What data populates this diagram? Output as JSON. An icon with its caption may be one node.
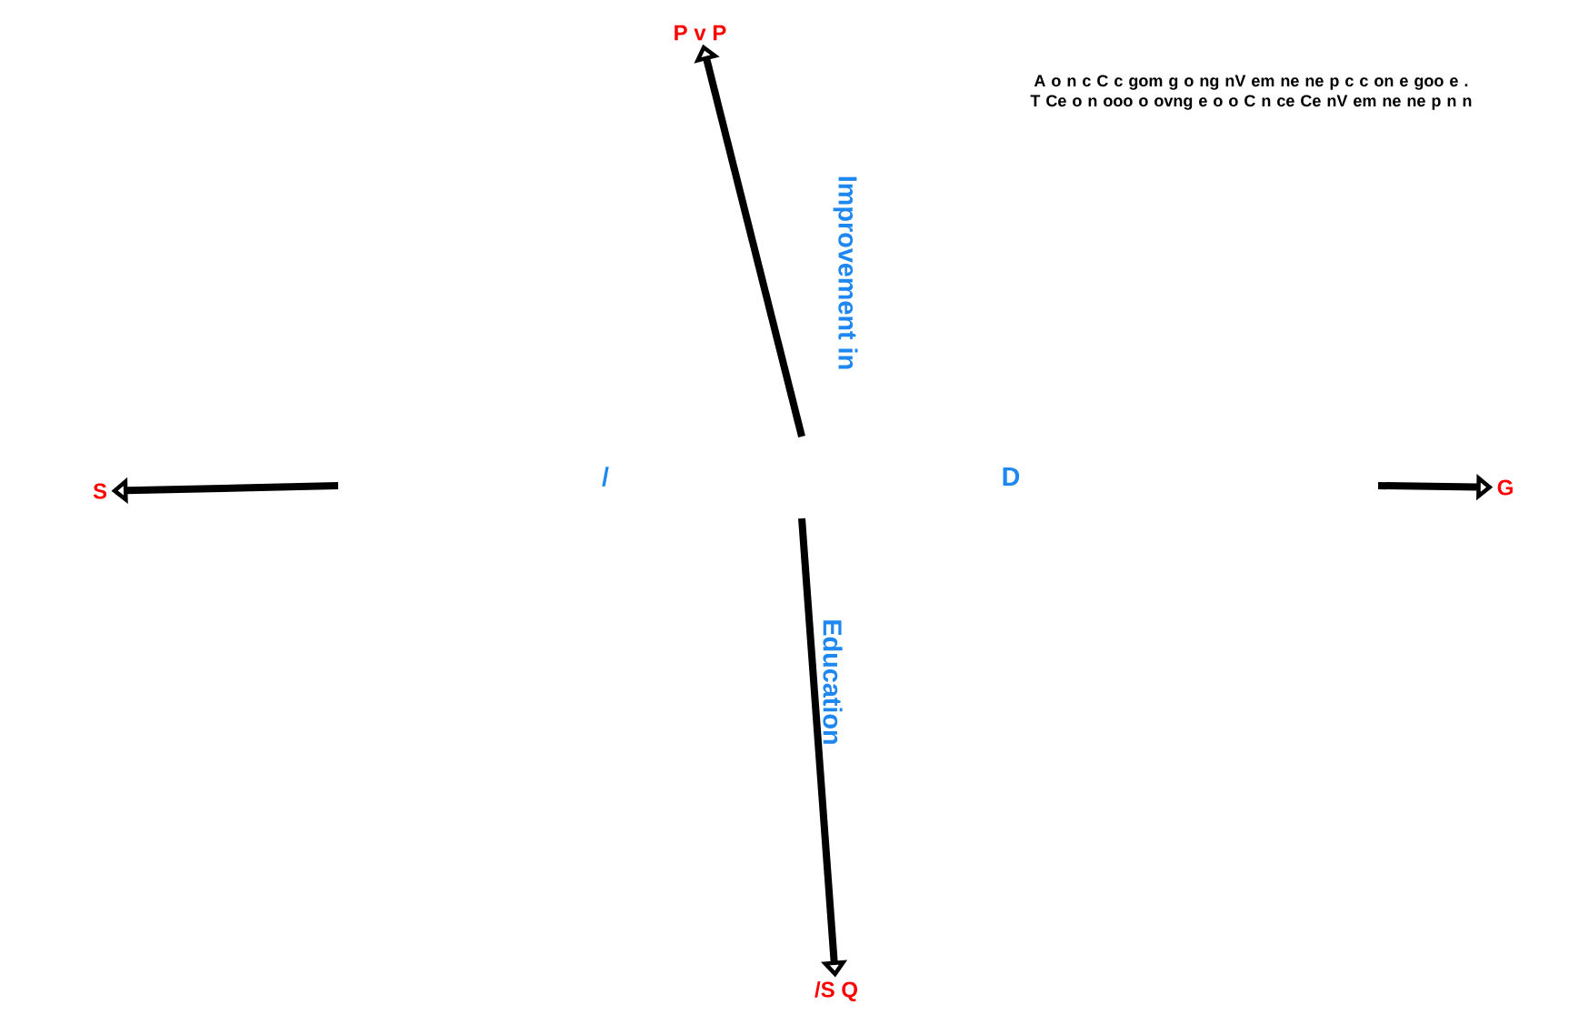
{
  "diagram": {
    "nodes": [
      {
        "text": [
          "P v P"
        ]
      },
      {
        "text": [
          "G"
        ]
      },
      {
        "text": [
          "/S Q"
        ]
      },
      {
        "text": [
          "S"
        ]
      }
    ],
    "edges": [
      {
        "from": null,
        "to": 0,
        "arrow": "to"
      },
      {
        "from": null,
        "to": 1,
        "arrow": "to"
      },
      {
        "from": null,
        "to": 2,
        "arrow": "to"
      },
      {
        "from": null,
        "to": 3,
        "arrow": "to"
      }
    ],
    "labels": [
      "Improvement in",
      "Education",
      "/",
      "D",
      "A o n c C c gom g o ng nV em ne ne p c c on e goo e . T Ce o n ooo o ovng e o o C n ce Ce nV em ne ne p n n"
    ]
  }
}
